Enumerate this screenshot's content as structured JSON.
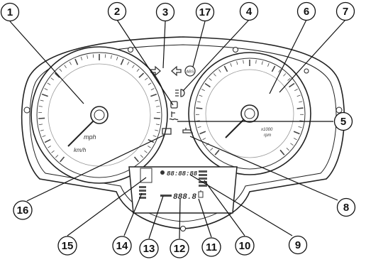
{
  "callouts": [
    {
      "id": "c1",
      "number": "1"
    },
    {
      "id": "c2",
      "number": "2"
    },
    {
      "id": "c3",
      "number": "3"
    },
    {
      "id": "c17",
      "number": "17"
    },
    {
      "id": "c4",
      "number": "4"
    },
    {
      "id": "c6",
      "number": "6"
    },
    {
      "id": "c7",
      "number": "7"
    },
    {
      "id": "c5",
      "number": "5"
    },
    {
      "id": "c8",
      "number": "8"
    },
    {
      "id": "c16",
      "number": "16"
    },
    {
      "id": "c9",
      "number": "9"
    },
    {
      "id": "c15",
      "number": "15"
    },
    {
      "id": "c14",
      "number": "14"
    },
    {
      "id": "c13",
      "number": "13"
    },
    {
      "id": "c12",
      "number": "12"
    },
    {
      "id": "c11",
      "number": "11"
    },
    {
      "id": "c10",
      "number": "10"
    }
  ],
  "speedometer": {
    "unit_mph": "mph",
    "unit_kmh": "km/h"
  },
  "tachometer": {
    "unit_x1000": "x1000",
    "unit_rpm": "rpm"
  },
  "abs_label": "ABS",
  "lcd": {
    "top_digits": "88:88:88",
    "lower_digits": "888.8"
  }
}
